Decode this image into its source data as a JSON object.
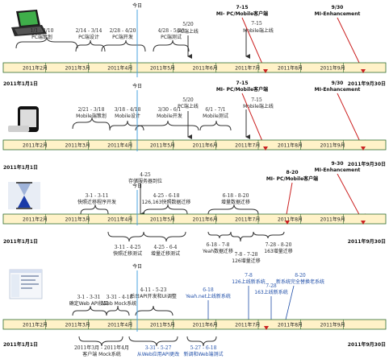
{
  "today_label": "今日",
  "month_labels": [
    "2011年2月",
    "2011年3月",
    "2011年4月",
    "2011年5月",
    "2011年6月",
    "2011年7月",
    "2011年8月",
    "2011年9月"
  ],
  "start_label": "2011年1月1日",
  "end_label": "2011年9月30日",
  "colors": {
    "bar": "#fff2c8",
    "bar_stroke": "#2f6b2f",
    "today_line": "#4aa3df",
    "milestone": "#cc2222",
    "text_blue": "#1f4ea8"
  },
  "rows": [
    {
      "device": "laptop-icon",
      "tasks_above": [
        {
          "dates": "1/1 - 2/10",
          "name": "PC端策划"
        },
        {
          "dates": "2/14 - 3/14",
          "name": "PC端设计"
        },
        {
          "dates": "2/28 - 4/20",
          "name": "PC端开发"
        },
        {
          "dates": "4/28 - 5/20",
          "name": "PC端测试"
        }
      ],
      "markers": [
        {
          "date": "5/20",
          "name": "PC端上线"
        },
        {
          "date": "7-15",
          "name": "Mobile端上线"
        }
      ],
      "milestones": [
        {
          "date": "7-15",
          "name": "MI- PC/Mobile客户端"
        },
        {
          "date": "9/30",
          "name": "MI-Enhancement"
        }
      ]
    },
    {
      "device": "phone-icon",
      "tasks_above": [
        {
          "dates": "2/21 - 3/18",
          "name": "Mobile端策划"
        },
        {
          "dates": "3/18 - 4/18",
          "name": "Mobile设计"
        },
        {
          "dates": "3/30 - 6/1",
          "name": "Mobile开发"
        },
        {
          "dates": "6/1 - 7/1",
          "name": "Mobile测试"
        }
      ],
      "markers": [
        {
          "date": "5/20",
          "name": "PC端上线"
        },
        {
          "date": "7-15",
          "name": "Mobile端上线"
        }
      ],
      "milestones": [
        {
          "date": "7-15",
          "name": "MI- PC/Mobile客户端"
        },
        {
          "date": "9/30",
          "name": "MI-Enhancement"
        }
      ]
    },
    {
      "device": "hourglass-icon",
      "marker": {
        "date": "4-25",
        "name": "存储服务器到位"
      },
      "tasks_above": [
        {
          "dates": "3-1 - 3-11",
          "name": "快照迁移程序开发"
        },
        {
          "dates": "4-25 - 6-18",
          "name": "126,163快照数据迁移"
        },
        {
          "dates": "6-18 - 8-20",
          "name": "增量数据迁移"
        }
      ],
      "tasks_below": [
        {
          "dates": "3-11 - 4-25",
          "name": "快照迁移测试"
        },
        {
          "dates": "4-25 - 6-4",
          "name": "增量迁移测试"
        },
        {
          "dates": "6-18 - 7-8",
          "name": "Yeah数据迁移"
        },
        {
          "dates": "7-8 - 7-28",
          "name": "126增量迁移"
        },
        {
          "dates": "7-28 - 8-20",
          "name": "163增量迁移"
        }
      ],
      "milestones": [
        {
          "date": "8-20",
          "name": "MI- PC/Mobile客户端"
        },
        {
          "date": "9-30",
          "name": "MI-Enhancement"
        }
      ]
    },
    {
      "device": "screenshot-icon",
      "tasks_above": [
        {
          "dates": "3-1 - 3-31",
          "name": "确定Web API接口"
        },
        {
          "dates": "3-31 - 4-18",
          "name": "Web Mock系统"
        },
        {
          "dates": "4-11 - 5-23",
          "name": "后台API开发和UI调整"
        }
      ],
      "tasks_below": [
        {
          "dates": "2011年3月 - 2011年4月",
          "name": "客户端 Mock系统"
        },
        {
          "dates": "3-31 - 5-27",
          "name": "从Web应用API更改"
        },
        {
          "dates": "5-27 - 6-18",
          "name": "新调和Web端测试"
        }
      ],
      "releases": [
        {
          "date": "6-18",
          "name": "Yeah.net上线新系统"
        },
        {
          "date": "7-8",
          "name": "126上线新系统"
        },
        {
          "date": "7-28",
          "name": "163上线新系统"
        },
        {
          "date": "8-20",
          "name": "新系统完全替换老系统"
        }
      ]
    }
  ]
}
